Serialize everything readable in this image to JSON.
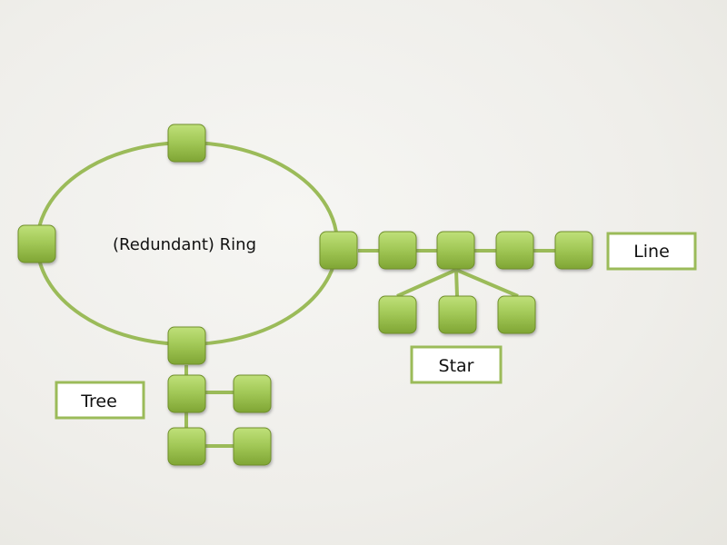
{
  "diagram": {
    "title": "Network Topologies",
    "colors": {
      "link": "#9bbb59",
      "node_top": "#b4d86a",
      "node_bottom": "#86ae3a",
      "node_border": "#6f8f2a",
      "label_border": "#9bbb59",
      "background": "#efeeea"
    },
    "labels": {
      "ring": "(Redundant) Ring",
      "line": "Line",
      "star": "Star",
      "tree": "Tree"
    },
    "topologies": [
      {
        "name": "Ring",
        "node_count": 4,
        "redundant": true
      },
      {
        "name": "Line",
        "node_count": 5
      },
      {
        "name": "Star",
        "center": "line-node-3",
        "leaf_count": 3
      },
      {
        "name": "Tree",
        "root": "ring-node-bottom",
        "node_count": 5
      }
    ]
  }
}
